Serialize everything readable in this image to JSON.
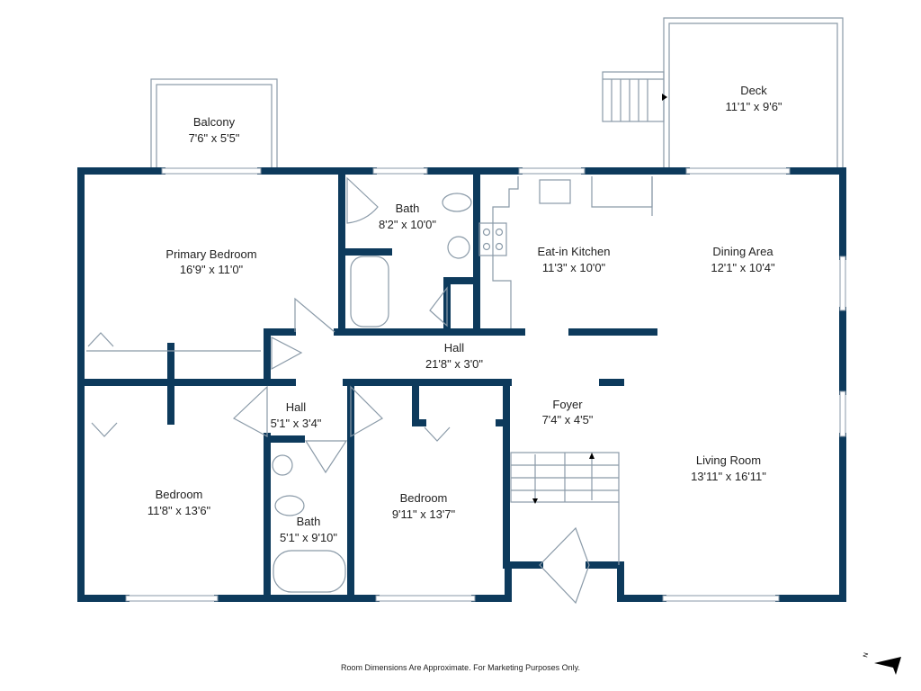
{
  "rooms": {
    "balcony": {
      "name": "Balcony",
      "dims": "7'6\" x 5'5\""
    },
    "deck": {
      "name": "Deck",
      "dims": "11'1\" x 9'6\""
    },
    "primary_bedroom": {
      "name": "Primary Bedroom",
      "dims": "16'9\" x 11'0\""
    },
    "bath_main": {
      "name": "Bath",
      "dims": "8'2\" x 10'0\""
    },
    "kitchen": {
      "name": "Eat-in Kitchen",
      "dims": "11'3\" x 10'0\""
    },
    "dining": {
      "name": "Dining Area",
      "dims": "12'1\" x 10'4\""
    },
    "hall_long": {
      "name": "Hall",
      "dims": "21'8\" x 3'0\""
    },
    "hall_small": {
      "name": "Hall",
      "dims": "5'1\" x 3'4\""
    },
    "foyer": {
      "name": "Foyer",
      "dims": "7'4\" x 4'5\""
    },
    "bedroom_left": {
      "name": "Bedroom",
      "dims": "11'8\" x 13'6\""
    },
    "bath_small": {
      "name": "Bath",
      "dims": "5'1\" x 9'10\""
    },
    "bedroom_mid": {
      "name": "Bedroom",
      "dims": "9'11\" x 13'7\""
    },
    "living": {
      "name": "Living Room",
      "dims": "13'11\" x 16'11\""
    }
  },
  "footer_note": "Room Dimensions Are Approximate. For Marketing Purposes Only.",
  "compass": {
    "label": "N",
    "icon": "north-arrow-icon"
  },
  "colors": {
    "wall": "#0d3a5c",
    "fixture": "#8a9aa8"
  }
}
